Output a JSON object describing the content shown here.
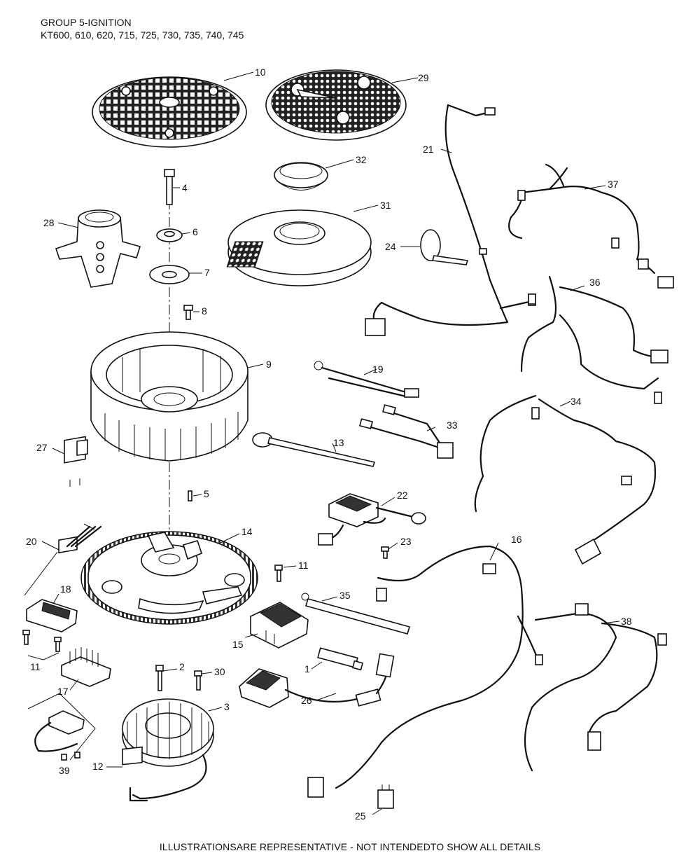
{
  "header": {
    "group_title": "GROUP 5-IGNITION",
    "models": "KT600, 610, 620, 715, 725, 730, 735, 740, 745"
  },
  "footer": "ILLUSTRATIONSARE REPRESENTATIVE - NOT INTENDEDTO SHOW ALL DETAILS",
  "callouts": {
    "c1": "1",
    "c2": "2",
    "c3": "3",
    "c4": "4",
    "c5": "5",
    "c6": "6",
    "c7": "7",
    "c8": "8",
    "c9": "9",
    "c10": "10",
    "c11a": "11",
    "c11b": "11",
    "c12": "12",
    "c13": "13",
    "c14": "14",
    "c15": "15",
    "c16": "16",
    "c17": "17",
    "c18": "18",
    "c19": "19",
    "c20": "20",
    "c21": "21",
    "c22": "22",
    "c23": "23",
    "c24": "24",
    "c25": "25",
    "c26": "26",
    "c27": "27",
    "c28": "28",
    "c29": "29",
    "c30": "30",
    "c31": "31",
    "c32": "32",
    "c33": "33",
    "c34": "34",
    "c35": "35",
    "c36": "36",
    "c37": "37",
    "c38": "38",
    "c39": "39"
  }
}
